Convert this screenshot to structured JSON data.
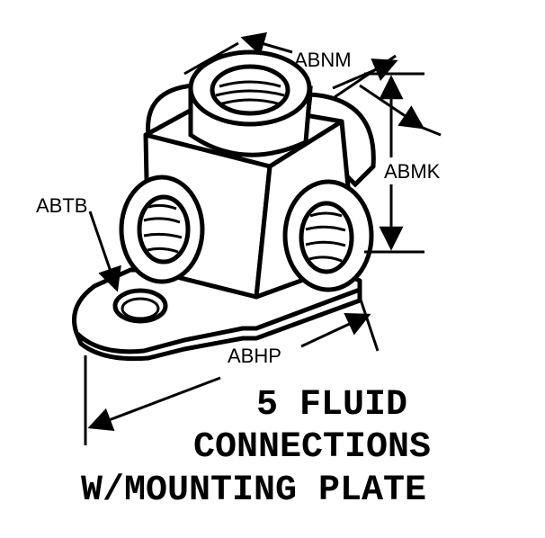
{
  "labels": {
    "abnm": "ABNM",
    "abmk": "ABMK",
    "abtb": "ABTB",
    "abhp": "ABHP"
  },
  "caption": {
    "line1": "5 FLUID",
    "line2": "CONNECTIONS",
    "line3": "W/MOUNTING PLATE"
  }
}
